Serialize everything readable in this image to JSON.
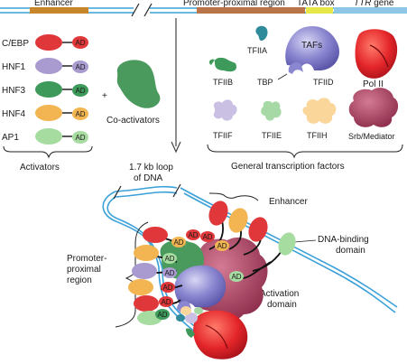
{
  "top_labels": {
    "enhancer": "Enhancer",
    "promoter_proximal": "Promoter-proximal region",
    "tata": "TATA box",
    "gene_italic": "TTR",
    "gene_rest": " gene"
  },
  "activators": {
    "items": [
      "C/EBP",
      "HNF1",
      "HNF3",
      "HNF4",
      "AP1"
    ],
    "ad_label": "AD",
    "group_label": "Activators",
    "plus": "+",
    "coactivators": "Co-activators"
  },
  "gtf": {
    "tfiia": "TFIIA",
    "tafs": "TAFs",
    "tfiib": "TFIIB",
    "tbp": "TBP",
    "tfiid": "TFIID",
    "pol2": "Pol II",
    "tfiif": "TFIIF",
    "tfiie": "TFIIE",
    "tfiih": "TFIIH",
    "srb": "Srb/Mediator",
    "group_label": "General transcription factors"
  },
  "assembly": {
    "loop_line1": "1.7 kb loop",
    "loop_line2": "of DNA",
    "enhancer": "Enhancer",
    "dna_binding_1": "DNA-binding",
    "dna_binding_2": "domain",
    "promoter_1": "Promoter-",
    "promoter_2": "proximal",
    "promoter_3": "region",
    "activation_1": "Activation",
    "activation_2": "domain"
  },
  "colors": {
    "dna": "#3aa0d8",
    "enhancer_bar": "#c8862a",
    "promoter_bar": "#b9744a",
    "tata_bar": "#e6e84a",
    "gene_bar": "#8ec6e6",
    "cebp": "#e0383a",
    "hnf1": "#a99ad0",
    "hnf3": "#3e9a5a",
    "hnf4": "#f2b552",
    "ap1": "#a7dca1",
    "coactivator": "#4a9a5e",
    "tfiid": "#8a86d0",
    "pol2": "#e4262a",
    "srb": "#b04a6a",
    "tfiif": "#c9c0e4",
    "tfiie": "#a6d9a6",
    "tfiih": "#fbd69a"
  }
}
